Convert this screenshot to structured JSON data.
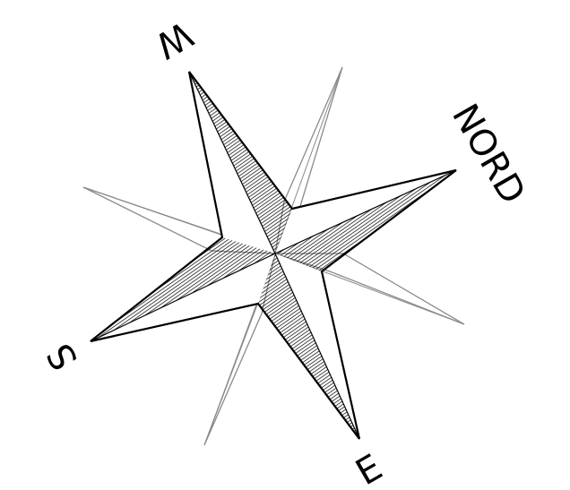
{
  "compass": {
    "labels": {
      "north": "NORD",
      "east": "E",
      "south": "S",
      "west": "W"
    },
    "colors": {
      "main_stroke": "#000000",
      "minor_stroke": "#8a8a8a",
      "hatch": "#000000",
      "background": "#ffffff"
    }
  }
}
